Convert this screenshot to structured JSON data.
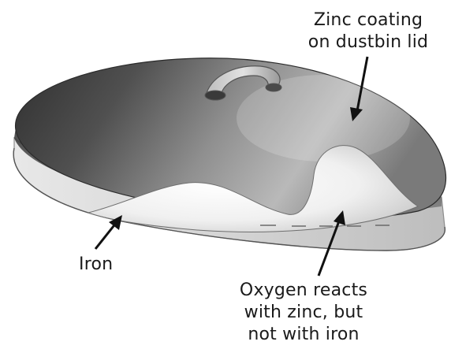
{
  "labels": {
    "zinc_coating": [
      "Zinc coating",
      "on dustbin lid"
    ],
    "iron": "Iron",
    "oxygen": [
      "Oxygen reacts",
      "with zinc, but",
      "not with iron"
    ]
  },
  "colors": {
    "lid_dark": "#3c3c3c",
    "lid_mid": "#8e8e8e",
    "lid_light": "#d8d8d8",
    "iron_rim": "#c9c9c9",
    "arrow": "#111111",
    "text": "#1a1a1a"
  }
}
